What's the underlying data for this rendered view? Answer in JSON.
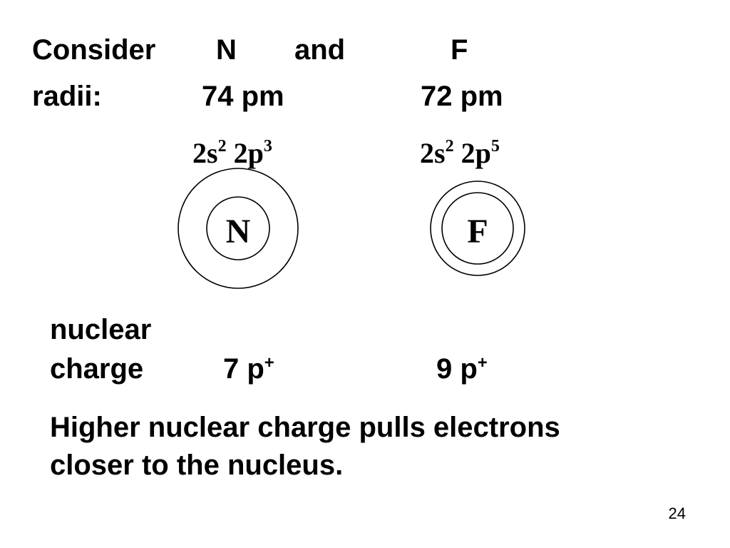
{
  "header": {
    "consider": "Consider",
    "element_a": "N",
    "and": "and",
    "element_b": "F",
    "radii_label": "radii:",
    "radius_a": "74 pm",
    "radius_b": "72 pm"
  },
  "atoms": [
    {
      "symbol": "N",
      "config": [
        {
          "base": "2s",
          "sup": "2"
        },
        {
          "base": "2p",
          "sup": "3"
        }
      ]
    },
    {
      "symbol": "F",
      "config": [
        {
          "base": "2s",
          "sup": "2"
        },
        {
          "base": "2p",
          "sup": "5"
        }
      ]
    }
  ],
  "nuclear_charge": {
    "label_line1": "nuclear",
    "label_line2": "charge",
    "value_a": "7 p",
    "value_a_sup": "+",
    "value_b": "9 p",
    "value_b_sup": "+"
  },
  "conclusion": {
    "line1": "Higher nuclear charge pulls electrons",
    "line2": "closer to the nucleus."
  },
  "page_number": "24"
}
